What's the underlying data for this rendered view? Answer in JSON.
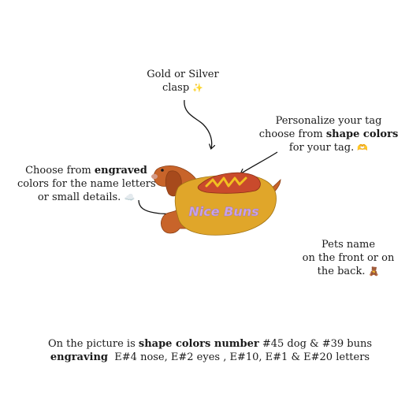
{
  "clasp_note": {
    "line1": "Gold or Silver",
    "line2": "clasp",
    "emoji": "✨"
  },
  "shape_note": {
    "line1": "Personalize your tag",
    "line2_pre": "choose from ",
    "line2_bold": "shape colors",
    "line3": "for your tag.",
    "emoji": "🫶"
  },
  "engrave_note": {
    "line1_pre": "Choose from ",
    "line1_bold": "engraved",
    "line2": "colors for the name letters",
    "line3": "or small details.",
    "emoji": "☁️"
  },
  "pet_note": {
    "line1": "Pets name",
    "line2": "on the front or on",
    "line3": "the back.",
    "emoji": "🧸"
  },
  "tag": {
    "text": "Nice Buns"
  },
  "caption": {
    "line1_pre": "On the picture is ",
    "line1_bold": "shape colors number",
    "line1_post": " #45 dog & #39 buns",
    "line2_bold": "engraving",
    "line2_post": "  E#4 nose, E#2 eyes , E#10, E#1 & E#20 letters"
  },
  "colors": {
    "dog": "#c8642a",
    "bun": "#e0a62a",
    "sausage": "#c94a2c",
    "mustard": "#f2c021",
    "letters": "#c9a4e8",
    "nose": "#d49a86"
  }
}
